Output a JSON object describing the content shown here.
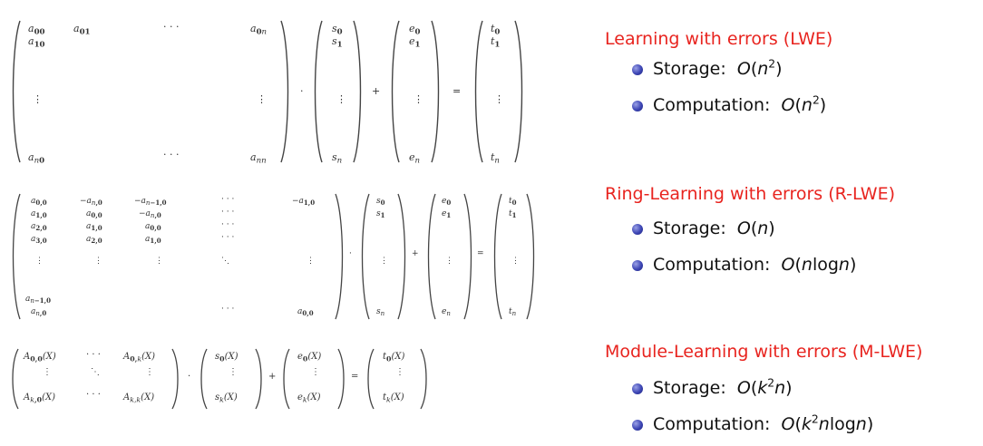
{
  "sections": [
    {
      "title": "Learning with errors (LWE)",
      "storage_label": "Storage:",
      "computation_label": "Computation:"
    },
    {
      "title": "Ring-Learning with errors (R-LWE)",
      "storage_label": "Storage:",
      "computation_label": "Computation:"
    },
    {
      "title": "Module-Learning with errors (M-LWE)",
      "storage_label": "Storage:",
      "computation_label": "Computation:"
    }
  ],
  "ops": {
    "dot": "·",
    "plus": "+",
    "equals": "=",
    "hdots": "· · ·",
    "vdots": "⋮",
    "ddots": "⋱"
  }
}
